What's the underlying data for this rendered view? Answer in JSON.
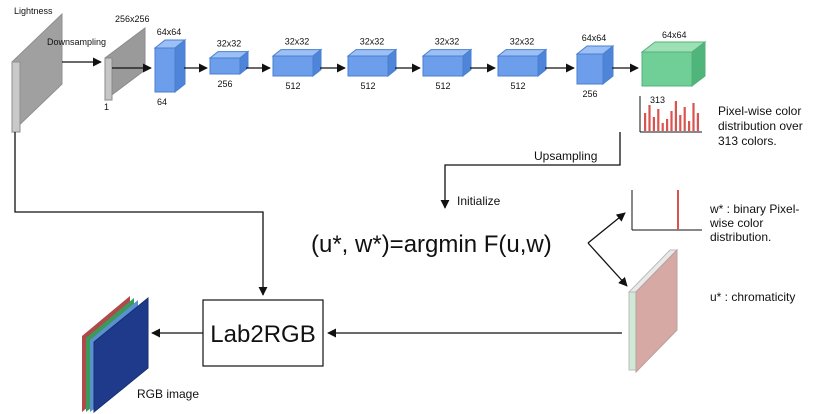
{
  "encoder": {
    "input_label": "Lightness",
    "downsampling_label": "Downsampling",
    "input_size_label": "256x256",
    "input_channels": "1"
  },
  "blocks": [
    {
      "top": "64x64",
      "bottom": "64"
    },
    {
      "top": "32x32",
      "bottom": "256"
    },
    {
      "top": "32x32",
      "bottom": "512"
    },
    {
      "top": "32x32",
      "bottom": "512"
    },
    {
      "top": "32x32",
      "bottom": "512"
    },
    {
      "top": "32x32",
      "bottom": "512"
    },
    {
      "top": "64x64",
      "bottom": "256"
    }
  ],
  "output": {
    "size_label": "64x64",
    "hist_label": "313",
    "hist_caption": [
      "Pixel-wise color",
      "distribution over",
      "313 colors."
    ],
    "upsampling_label": "Upsampling",
    "initialize_label": "Initialize"
  },
  "optimization": {
    "equation": "(u*, w*)=argmin F(u,w)",
    "w_caption": [
      "w* : binary Pixel-",
      "wise color",
      "distribution."
    ],
    "u_caption": "u* : chromaticity"
  },
  "conversion": {
    "box_label": "Lab2RGB",
    "rgb_caption": "RGB image"
  },
  "colors": {
    "block_blue": "#6d9eeb",
    "output_green": "#6fcf97",
    "hist_red": "#d9534f",
    "gray_slab": "#a6a6a6",
    "rgb_navy": "#1f3a8a"
  }
}
